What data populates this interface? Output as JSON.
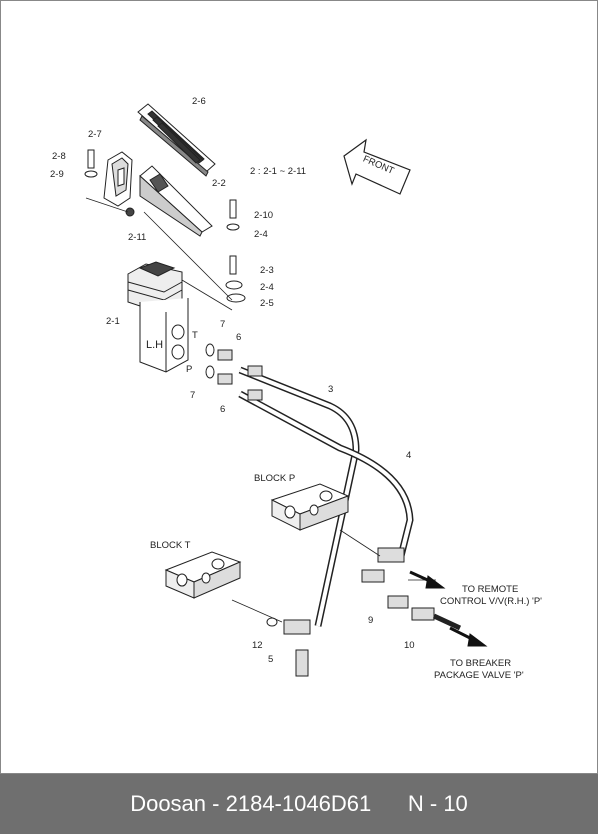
{
  "diagram": {
    "range_note": "2 : 2-1 ~ 2-11",
    "front": "FRONT",
    "lh": "L.H",
    "port_t": "T",
    "port_p": "P",
    "block_p": "BLOCK P",
    "block_t": "BLOCK T",
    "to_remote_1": "TO REMOTE",
    "to_remote_2": "CONTROL V/V(R.H.) 'P'",
    "to_breaker_1": "TO BREAKER",
    "to_breaker_2": "PACKAGE VALVE 'P'",
    "parts": {
      "p2_1": "2-1",
      "p2_2": "2-2",
      "p2_3": "2-3",
      "p2_4a": "2-4",
      "p2_4b": "2-4",
      "p2_5": "2-5",
      "p2_6": "2-6",
      "p2_7": "2-7",
      "p2_8": "2-8",
      "p2_9": "2-9",
      "p2_10": "2-10",
      "p2_11": "2-11",
      "p3": "3",
      "p4": "4",
      "p5": "5",
      "p6a": "6",
      "p6b": "6",
      "p7a": "7",
      "p7b": "7",
      "p9": "9",
      "p10": "10",
      "p12": "12"
    }
  },
  "footer": {
    "brand": "Doosan",
    "separator": " - ",
    "part_number": "2184-1046D61",
    "page": "N - 10"
  }
}
